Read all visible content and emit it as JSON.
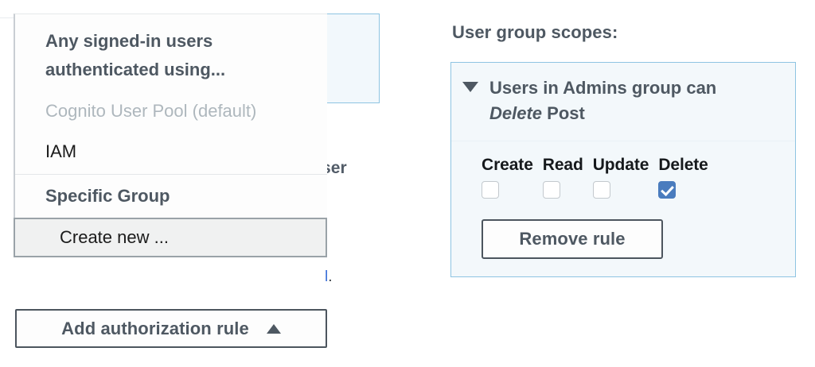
{
  "background": {
    "occluded_bold_text": "ser",
    "occluded_link_text": "l",
    "occluded_link_period": "."
  },
  "dropdown": {
    "heading": "Any signed-in users authenticated using...",
    "options": [
      {
        "label": "Cognito User Pool (default)",
        "state": "disabled"
      },
      {
        "label": "IAM",
        "state": "enabled"
      }
    ],
    "group_heading": "Specific Group",
    "create_new_label": "Create new ...",
    "highlighted_item": "Create new ..."
  },
  "add_rule_button": {
    "label": "Add authorization rule",
    "icon": "triangle-up-icon"
  },
  "scopes": {
    "title": "User group scopes:",
    "card": {
      "toggle_icon": "triangle-down-icon",
      "title_prefix": "Users in Admins group can",
      "title_operation": "Delete",
      "title_model": "Post",
      "permissions": [
        {
          "label": "Create",
          "checked": false
        },
        {
          "label": "Read",
          "checked": false
        },
        {
          "label": "Update",
          "checked": false
        },
        {
          "label": "Delete",
          "checked": true
        }
      ],
      "remove_label": "Remove rule"
    }
  },
  "colors": {
    "accent_blue": "#4a7cbe",
    "card_border": "#8ec4e2",
    "card_bg": "#f3f8fb",
    "text_muted": "#4e5862",
    "text_disabled": "#aeb7bd",
    "link_blue": "#3a6fd8"
  }
}
